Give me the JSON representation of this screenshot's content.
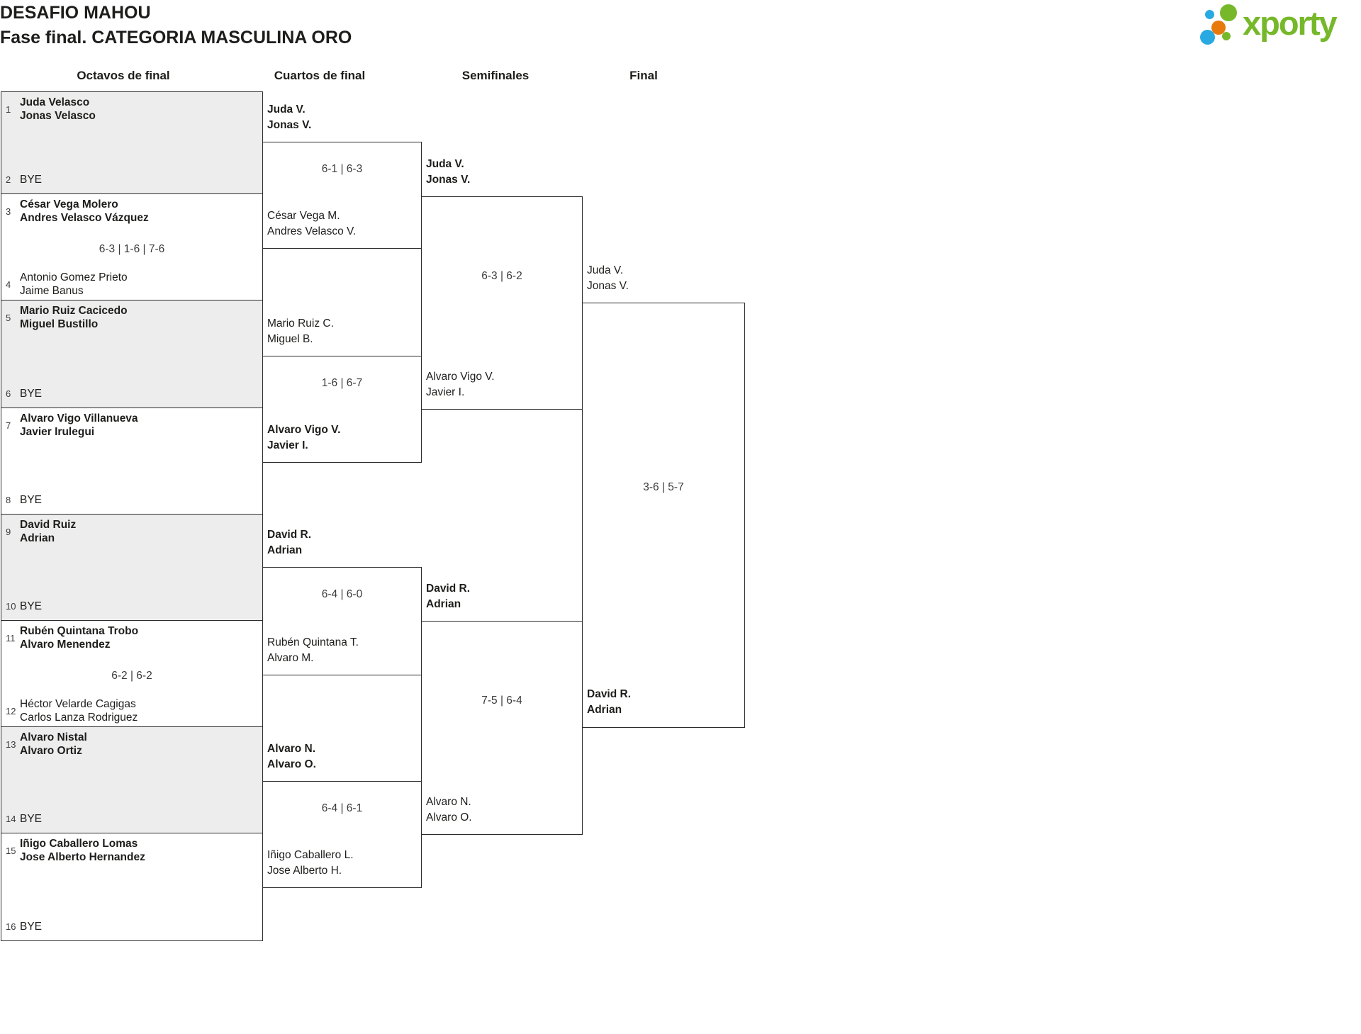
{
  "header": {
    "title": "DESAFIO MAHOU",
    "subtitle": "Fase final. CATEGORIA MASCULINA ORO"
  },
  "logo": {
    "brand": "xporty",
    "brand_color": "#76b82a",
    "dot_colors": {
      "blue": "#29a9e1",
      "green": "#76b82a",
      "orange": "#e8790d"
    }
  },
  "rounds": {
    "octavos": "Octavos de final",
    "cuartos": "Cuartos de final",
    "semifinales": "Semifinales",
    "final": "Final"
  },
  "octavos": [
    {
      "seed_top": "1",
      "top": [
        "Juda Velasco",
        "Jonas Velasco"
      ],
      "top_winner": true,
      "seed_bottom": "2",
      "bottom": [
        "BYE"
      ],
      "bottom_winner": false,
      "score": ""
    },
    {
      "seed_top": "3",
      "top": [
        "César Vega Molero",
        "Andres Velasco Vázquez"
      ],
      "top_winner": true,
      "seed_bottom": "4",
      "bottom": [
        "Antonio Gomez Prieto",
        "Jaime Banus"
      ],
      "bottom_winner": false,
      "score": "6-3 | 1-6 | 7-6"
    },
    {
      "seed_top": "5",
      "top": [
        "Mario Ruiz Cacicedo",
        "Miguel Bustillo"
      ],
      "top_winner": true,
      "seed_bottom": "6",
      "bottom": [
        "BYE"
      ],
      "bottom_winner": false,
      "score": ""
    },
    {
      "seed_top": "7",
      "top": [
        "Alvaro Vigo Villanueva",
        "Javier Irulegui"
      ],
      "top_winner": true,
      "seed_bottom": "8",
      "bottom": [
        "BYE"
      ],
      "bottom_winner": false,
      "score": ""
    },
    {
      "seed_top": "9",
      "top": [
        "David Ruiz",
        "Adrian"
      ],
      "top_winner": true,
      "seed_bottom": "10",
      "bottom": [
        "BYE"
      ],
      "bottom_winner": false,
      "score": ""
    },
    {
      "seed_top": "11",
      "top": [
        "Rubén Quintana Trobo",
        "Alvaro Menendez"
      ],
      "top_winner": true,
      "seed_bottom": "12",
      "bottom": [
        "Héctor Velarde Cagigas",
        "Carlos Lanza Rodriguez"
      ],
      "bottom_winner": false,
      "score": "6-2 | 6-2"
    },
    {
      "seed_top": "13",
      "top": [
        "Alvaro Nistal",
        "Alvaro Ortiz"
      ],
      "top_winner": true,
      "seed_bottom": "14",
      "bottom": [
        "BYE"
      ],
      "bottom_winner": false,
      "score": ""
    },
    {
      "seed_top": "15",
      "top": [
        "Iñigo Caballero Lomas",
        "Jose Alberto Hernandez"
      ],
      "top_winner": true,
      "seed_bottom": "16",
      "bottom": [
        "BYE"
      ],
      "bottom_winner": false,
      "score": ""
    }
  ],
  "cuartos": [
    {
      "top": [
        "Juda V.",
        "Jonas V."
      ],
      "top_winner": true,
      "bottom": [
        "César Vega M.",
        "Andres Velasco V."
      ],
      "bottom_winner": false,
      "score": "6-1 | 6-3"
    },
    {
      "top": [
        "Mario Ruiz C.",
        "Miguel B."
      ],
      "top_winner": false,
      "bottom": [
        "Alvaro Vigo V.",
        "Javier I."
      ],
      "bottom_winner": true,
      "score": "1-6 | 6-7"
    },
    {
      "top": [
        "David R.",
        "Adrian"
      ],
      "top_winner": true,
      "bottom": [
        "Rubén Quintana T.",
        "Alvaro M."
      ],
      "bottom_winner": false,
      "score": "6-4 | 6-0"
    },
    {
      "top": [
        "Alvaro N.",
        "Alvaro O."
      ],
      "top_winner": true,
      "bottom": [
        "Iñigo Caballero L.",
        "Jose Alberto H."
      ],
      "bottom_winner": false,
      "score": "6-4 | 6-1"
    }
  ],
  "semifinales": [
    {
      "top": [
        "Juda V.",
        "Jonas V."
      ],
      "top_winner": true,
      "bottom": [
        "Alvaro Vigo V.",
        "Javier I."
      ],
      "bottom_winner": false,
      "score": "6-3 | 6-2"
    },
    {
      "top": [
        "David R.",
        "Adrian"
      ],
      "top_winner": true,
      "bottom": [
        "Alvaro N.",
        "Alvaro O."
      ],
      "bottom_winner": false,
      "score": "7-5 | 6-4"
    }
  ],
  "final": {
    "top": [
      "Juda V.",
      "Jonas V."
    ],
    "top_winner": false,
    "bottom": [
      "David R.",
      "Adrian"
    ],
    "bottom_winner": true,
    "score": "3-6 | 5-7"
  }
}
